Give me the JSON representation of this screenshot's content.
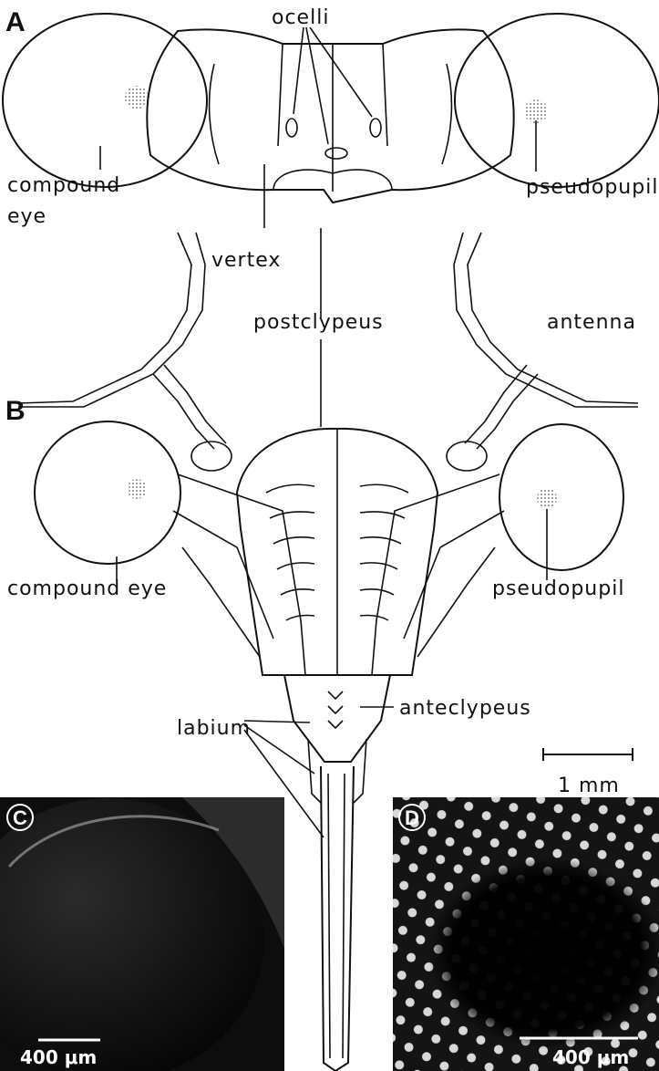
{
  "panels": {
    "a": "A",
    "b": "B",
    "c": "C",
    "d": "D"
  },
  "labels": {
    "ocelli": "ocelli",
    "compound_eye_a_line1": "compound",
    "compound_eye_a_line2": "eye",
    "pseudopupil_a": "pseudopupil",
    "vertex": "vertex",
    "postclypeus": "postclypeus",
    "antenna": "antenna",
    "compound_eye_b": "compound eye",
    "pseudopupil_b": "pseudopupil",
    "anteclypeus": "anteclypeus",
    "labium": "labium"
  },
  "scale_bars": {
    "drawing": "1 mm",
    "photo_c": "400 μm",
    "photo_d": "400 μm"
  },
  "colors": {
    "ink": "#111111",
    "photo_background": "#0d0d0d",
    "photo_text": "#ffffff"
  }
}
